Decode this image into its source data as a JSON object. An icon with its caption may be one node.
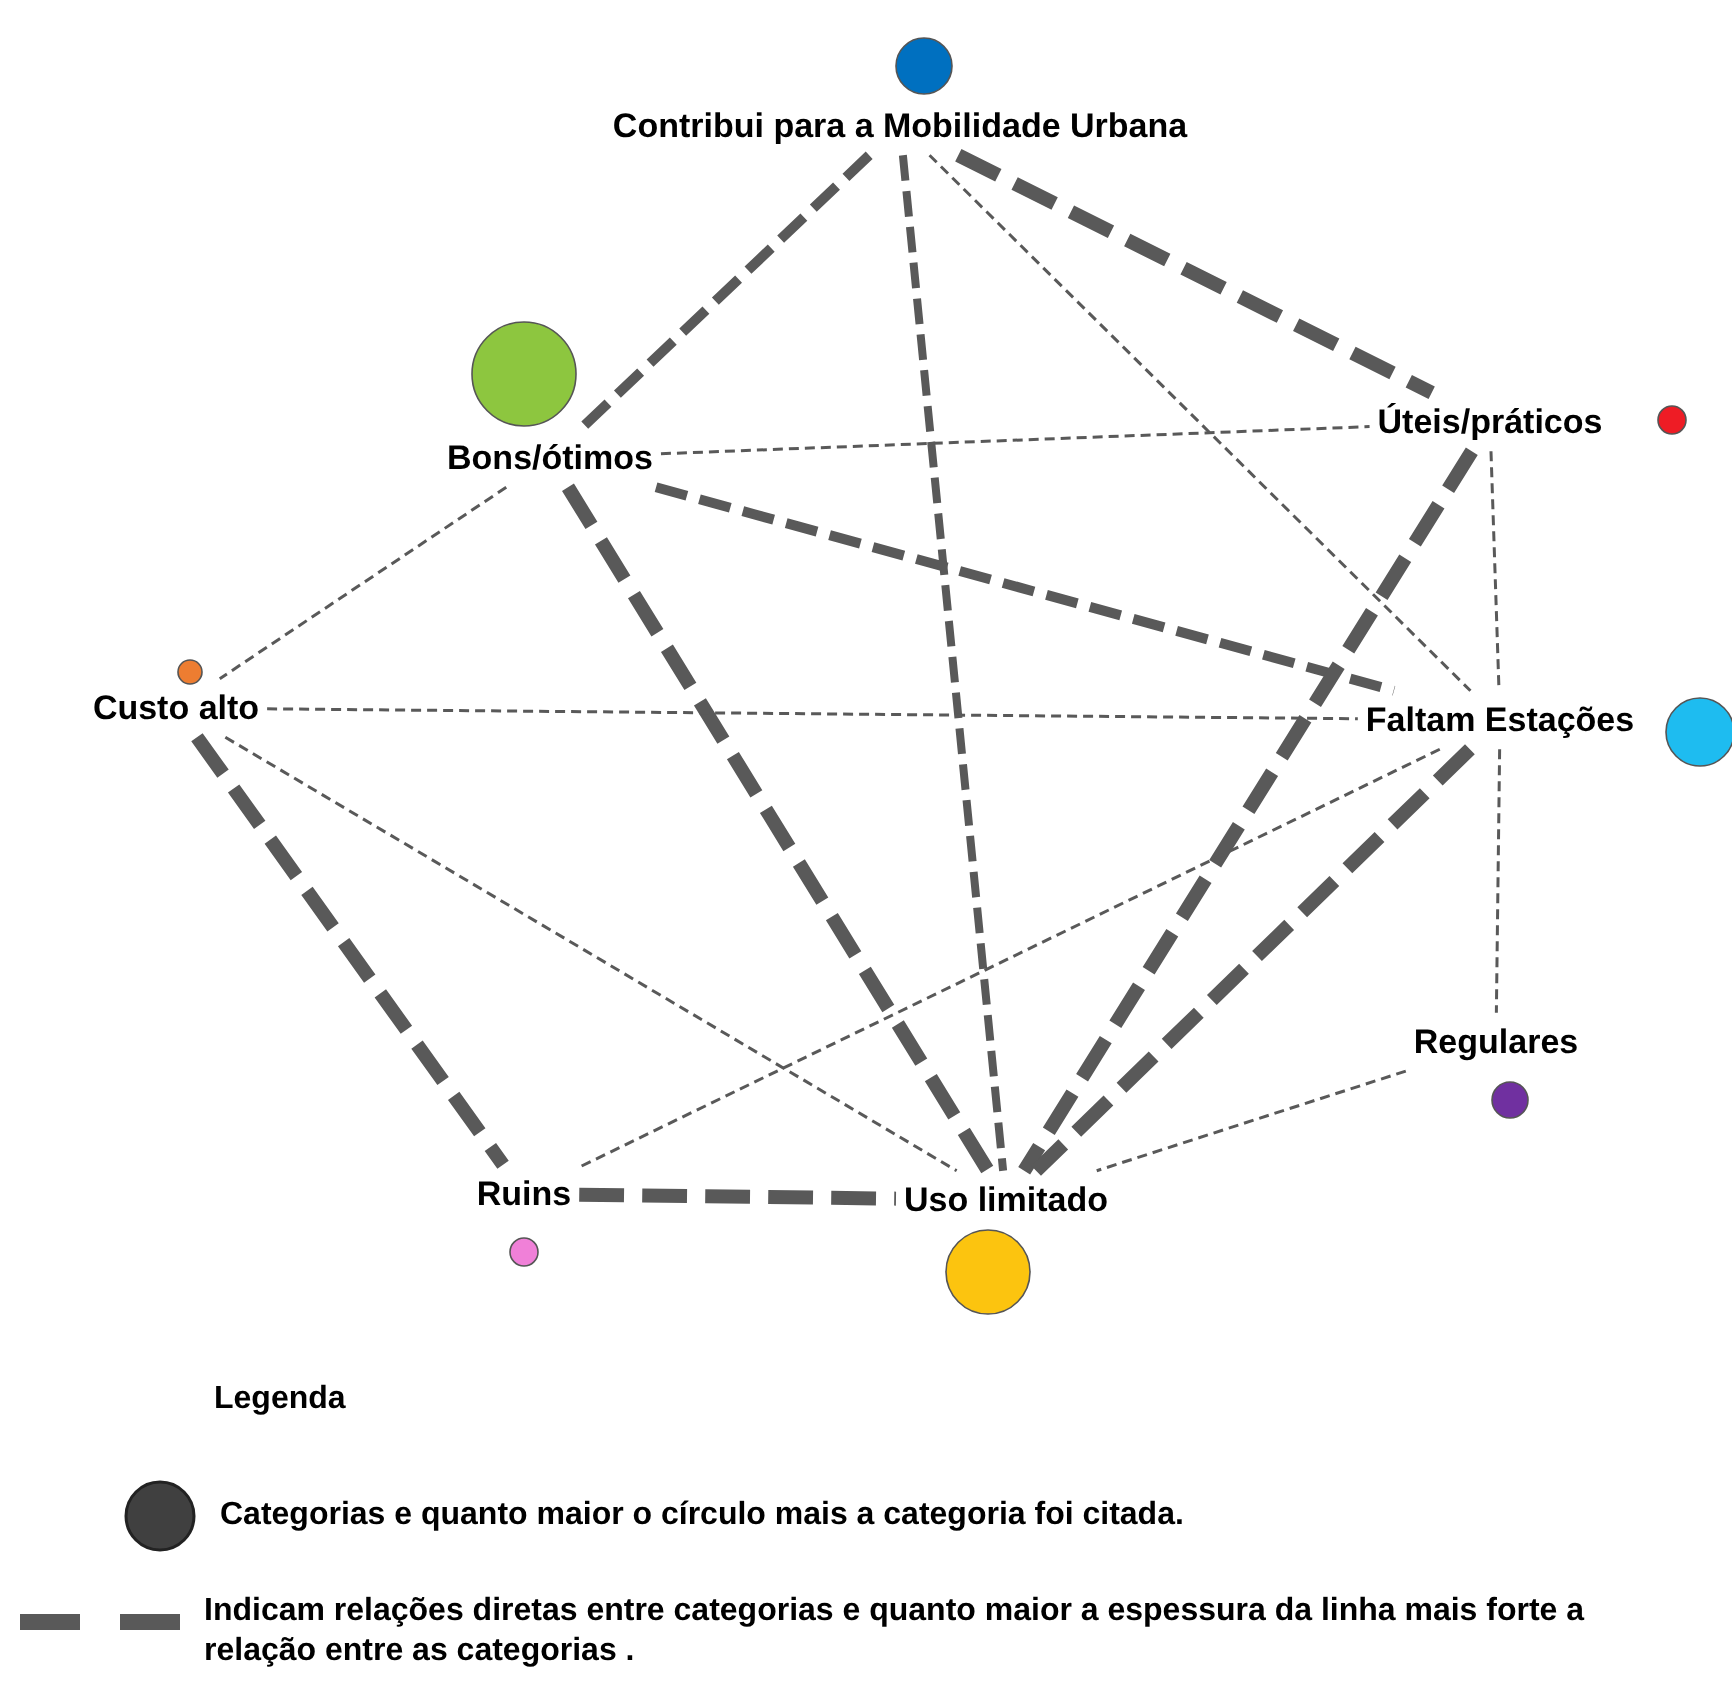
{
  "diagram": {
    "nodes": [
      {
        "text": [
          "Contribui para a Mobilidade Urbana"
        ]
      },
      {
        "text": [
          "Bons/ótimos"
        ]
      },
      {
        "text": [
          "Úteis/práticos"
        ]
      },
      {
        "text": [
          "Custo alto"
        ]
      },
      {
        "text": [
          "Faltam Estações"
        ]
      },
      {
        "text": [
          "Regulares"
        ]
      },
      {
        "text": [
          "Ruins"
        ]
      },
      {
        "text": [
          "Uso limitado"
        ]
      }
    ],
    "edges": [
      {
        "from": 0,
        "to": 1,
        "arrow": "none",
        "style": "dashed"
      },
      {
        "from": 0,
        "to": 7,
        "arrow": "none",
        "style": "dashed"
      },
      {
        "from": 0,
        "to": 4,
        "arrow": "none",
        "style": "dashed"
      },
      {
        "from": 0,
        "to": 2,
        "arrow": "none",
        "style": "dashed"
      },
      {
        "from": 1,
        "to": 2,
        "arrow": "none",
        "style": "dashed"
      },
      {
        "from": 1,
        "to": 3,
        "arrow": "none",
        "style": "dashed"
      },
      {
        "from": 1,
        "to": 7,
        "arrow": "none",
        "style": "dashed"
      },
      {
        "from": 1,
        "to": 4,
        "arrow": "none",
        "style": "dashed"
      },
      {
        "from": 2,
        "to": 7,
        "arrow": "none",
        "style": "dashed"
      },
      {
        "from": 2,
        "to": 4,
        "arrow": "none",
        "style": "dashed"
      },
      {
        "from": 3,
        "to": 4,
        "arrow": "none",
        "style": "dashed"
      },
      {
        "from": 3,
        "to": 6,
        "arrow": "none",
        "style": "dashed"
      },
      {
        "from": 3,
        "to": 7,
        "arrow": "none",
        "style": "dashed"
      },
      {
        "from": 4,
        "to": 6,
        "arrow": "none",
        "style": "dashed"
      },
      {
        "from": 4,
        "to": 7,
        "arrow": "none",
        "style": "dashed"
      },
      {
        "from": 4,
        "to": 5,
        "arrow": "none",
        "style": "dashed"
      },
      {
        "from": 5,
        "to": 7,
        "arrow": "none",
        "style": "dashed"
      },
      {
        "from": 6,
        "to": 7,
        "arrow": "none",
        "style": "dashed"
      }
    ],
    "labels": [
      "Legenda"
    ],
    "legend": [
      {
        "text": "Categorias e quanto maior o círculo mais a categoria foi citada."
      },
      {
        "text": "Indicam relações diretas entre categorias e quanto maior a espessura da linha mais forte a relação entre as categorias ."
      }
    ]
  }
}
